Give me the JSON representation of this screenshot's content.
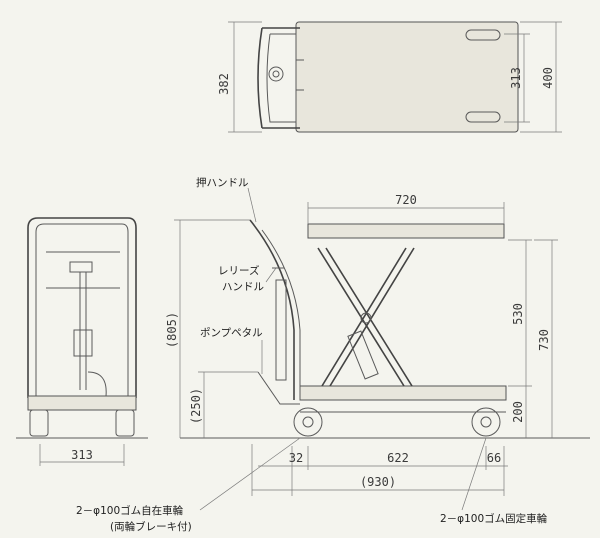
{
  "labels": {
    "push_handle": "押ハンドル",
    "release_handle_1": "レリーズ",
    "release_handle_2": "ハンドル",
    "pump_pedal": "ポンプペタル",
    "swivel_caster": "2－φ100ゴム自在車輪",
    "brake_note": "(両輪ブレーキ付)",
    "fixed_caster": "2－φ100ゴム固定車輪"
  },
  "dimensions": {
    "top_width": "382",
    "top_inner": "313",
    "top_outer": "400",
    "table_length": "720",
    "total_height": "(805)",
    "pedal_height": "(250)",
    "stroke": "530",
    "max_height": "730",
    "min_height": "200",
    "front_width": "313",
    "front_offset": "32",
    "wheelbase": "622",
    "rear_offset": "66",
    "overall_length": "(930)"
  },
  "colors": {
    "paper": "#f4f4ee",
    "ink": "#444444"
  }
}
